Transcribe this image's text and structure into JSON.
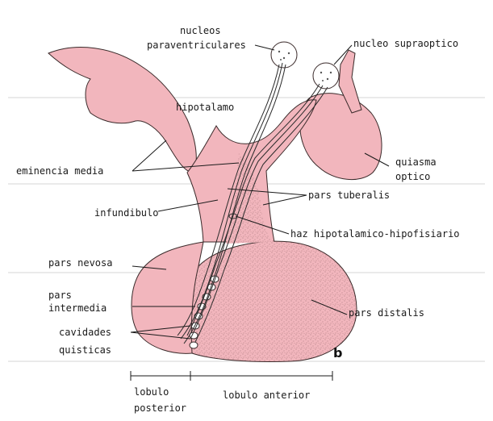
{
  "colors": {
    "tissue": "#f2b6bd",
    "tissue_dark": "#e8a2ab",
    "stipple": "#9c6d73",
    "outline": "#3a2a2a",
    "fiber": "#2a2a2a"
  },
  "labels": {
    "nucleos_1": "nucleos",
    "nucleos_2": "paraventriculares",
    "supraoptico": "nucleo supraoptico",
    "hipotalamo": "hipotalamo",
    "eminencia": "eminencia media",
    "quiasma_1": "quiasma",
    "quiasma_2": "optico",
    "infundibulo": "infundibulo",
    "pars_tuberalis": "pars tuberalis",
    "haz": "haz hipotalamico-hipofisiario",
    "pars_nevosa": "pars nevosa",
    "pars_intermedia_1": "pars",
    "pars_intermedia_2": "intermedia",
    "cavidades_1": "cavidades",
    "cavidades_2": "quisticas",
    "pars_distalis": "pars distalis",
    "panel": "b",
    "lobulo_posterior_1": "lobulo",
    "lobulo_posterior_2": "posterior",
    "lobulo_anterior": "lobulo anterior"
  }
}
